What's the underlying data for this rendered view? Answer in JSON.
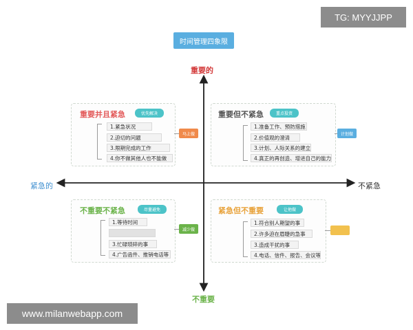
{
  "watermark_top": "TG: MYYJJPP",
  "watermark_bottom": "www.milanwebapp.com",
  "title": "时间管理四象限",
  "axes": {
    "top": "重要的",
    "bottom": "不重要",
    "left": "紧急的",
    "right": "不紧急"
  },
  "quadrants": {
    "q1": {
      "heading": "重要并且紧急",
      "tag": "优先解决",
      "side_tag": "马上做",
      "items": [
        "1.紧急状况",
        "2.迫切的问题",
        "3.限期完成的工作",
        "4.你不做其他人也不能做"
      ],
      "color": "#e35b5b",
      "tag_color": "#4cc3c8",
      "side_color": "#f08a4b"
    },
    "q2": {
      "heading": "重要但不紧急",
      "tag": "重点投资",
      "side_tag": "计划做",
      "items": [
        "1.准备工作、预防措施",
        "2.价值观的澄清",
        "3.计划、人际关系的建立",
        "4.真正的再创造、增进自己的能力"
      ],
      "color": "#555555",
      "tag_color": "#4cc3c8",
      "side_color": "#5aaee0"
    },
    "q3": {
      "heading": "不重要不紧急",
      "tag": "尽量避免",
      "side_tag": "减少做",
      "items": [
        "1.等待时间",
        "",
        "3.忙碌琐碎的事",
        "4.广告函件、推销电话等"
      ],
      "color": "#6bb34a",
      "tag_color": "#4cc3c8",
      "side_color": "#6bb34a"
    },
    "q4": {
      "heading": "紧急但不重要",
      "tag": "让他做",
      "side_tag": "",
      "items": [
        "1.符合别人期望的事",
        "2.许多迫在眉睫的急事",
        "3.造成干扰的事",
        "4.电话、信件、报告、会议等"
      ],
      "color": "#e8a23a",
      "tag_color": "#4cc3c8",
      "side_color": "#f2c14e"
    }
  }
}
